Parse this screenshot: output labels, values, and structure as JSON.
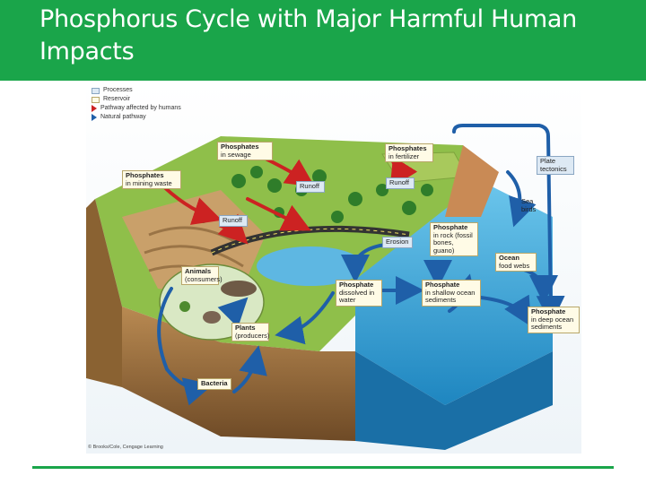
{
  "slide": {
    "title": "Phosphorus Cycle with Major Harmful Human Impacts"
  },
  "legend": {
    "items": [
      {
        "label": "Processes",
        "kind": "process-swatch"
      },
      {
        "label": "Reservoir",
        "kind": "reservoir-swatch"
      },
      {
        "label": "Pathway affected by humans",
        "kind": "red-arrow"
      },
      {
        "label": "Natural pathway",
        "kind": "blue-arrow"
      }
    ]
  },
  "labels": {
    "sewage": {
      "bold": "Phosphates",
      "rest": "in sewage"
    },
    "fertilizer": {
      "bold": "Phosphates",
      "rest": "in fertilizer"
    },
    "mining": {
      "bold": "Phosphates",
      "rest": "in mining waste"
    },
    "runoff1": {
      "bold": "Runoff",
      "rest": ""
    },
    "runoff2": {
      "bold": "Runoff",
      "rest": ""
    },
    "runoff3": {
      "bold": "Runoff",
      "rest": ""
    },
    "plate": {
      "bold": "Plate",
      "rest": "tectonics"
    },
    "seabirds": {
      "bold": "Sea",
      "rest": "birds"
    },
    "rocks": {
      "bold": "Phosphate",
      "rest": "in rock (fossil bones, guano)"
    },
    "erosion": {
      "bold": "Erosion",
      "rest": ""
    },
    "oceanfood": {
      "bold": "Ocean",
      "rest": "food webs"
    },
    "animals": {
      "bold": "Animals",
      "rest": "(consumers)"
    },
    "dissolved": {
      "bold": "Phosphate",
      "rest": "dissolved in water"
    },
    "shallow": {
      "bold": "Phosphate",
      "rest": "in shallow ocean sediments"
    },
    "deep": {
      "bold": "Phosphate",
      "rest": "in deep ocean sediments"
    },
    "plants": {
      "bold": "Plants",
      "rest": "(producers)"
    },
    "bacteria": {
      "bold": "Bacteria",
      "rest": ""
    }
  },
  "credit": "© Brooks/Cole, Cengage Learning",
  "colors": {
    "header": "#1aa54a",
    "human_arrow": "#cc2222",
    "natural_arrow": "#1f5fa8",
    "ocean": "#3aa6d8",
    "land": "#8fbf4a"
  }
}
